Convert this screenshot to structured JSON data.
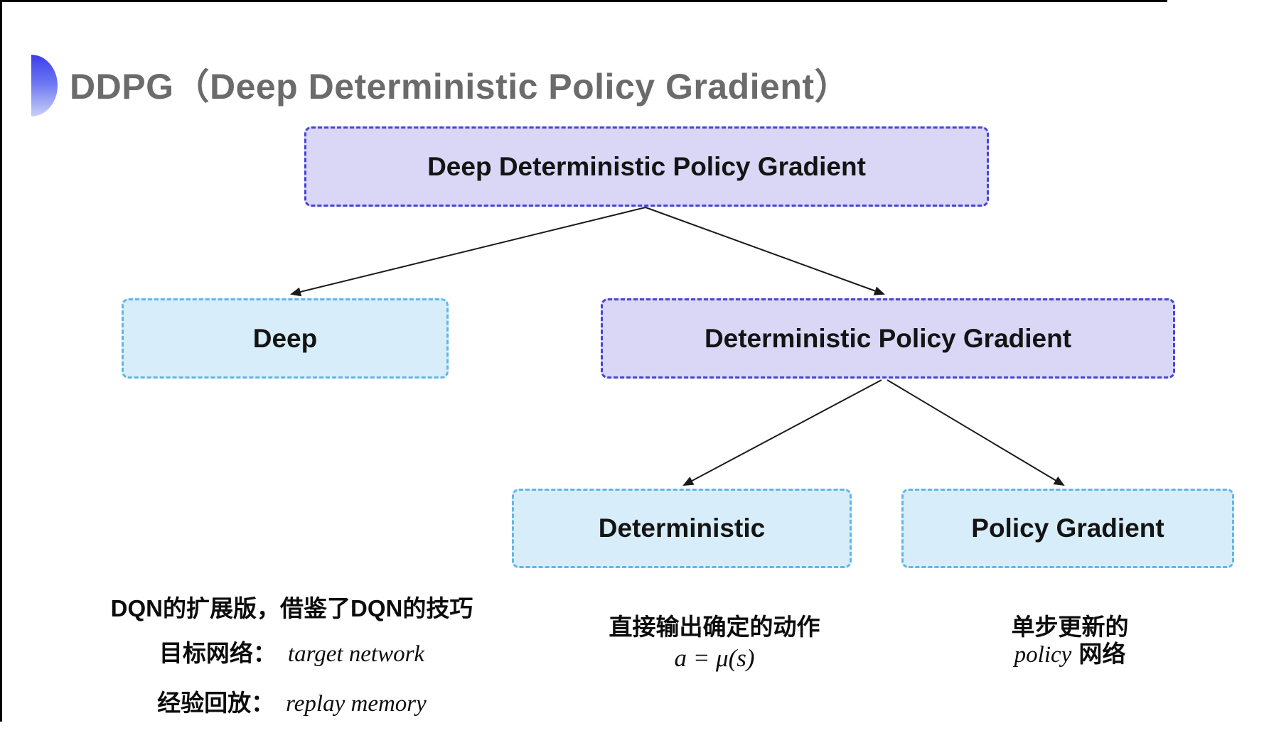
{
  "title": {
    "text": "DDPG（Deep Deterministic Policy Gradient）"
  },
  "tree": {
    "root": {
      "label": "Deep Deterministic Policy Gradient",
      "variant": "purple"
    },
    "children": [
      {
        "label": "Deep",
        "variant": "cyan"
      },
      {
        "label": "Deterministic Policy Gradient",
        "variant": "purple",
        "children": [
          {
            "label": "Deterministic",
            "variant": "cyan"
          },
          {
            "label": "Policy Gradient",
            "variant": "cyan"
          }
        ]
      }
    ]
  },
  "notes": {
    "deep": {
      "line1": "DQN的扩展版，借鉴了DQN的技巧",
      "target_label": "目标网络：",
      "target_value": "target network",
      "replay_label": "经验回放：",
      "replay_value": "replay memory"
    },
    "deterministic": {
      "line1": "直接输出确定的动作",
      "formula": "a = μ(s)"
    },
    "policy_gradient": {
      "line1": "单步更新的",
      "line2_italic": "policy",
      "line2_cjk": "网络"
    }
  },
  "colors": {
    "purple-fill": "#dad7f6",
    "purple-border": "#4444d9",
    "cyan-fill": "#d7eefa",
    "cyan-border": "#5fb7e8",
    "arrow": "#1a1a1a",
    "title": "#6b6b6b",
    "node-text": "#141414",
    "frame": "#000000"
  }
}
